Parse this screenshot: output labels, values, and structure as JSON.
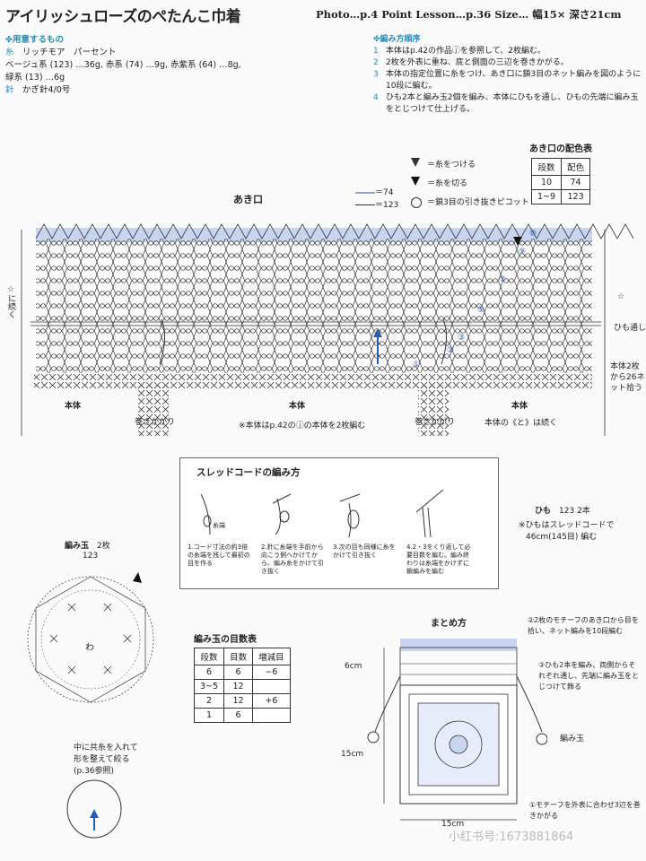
{
  "header": {
    "title": "アイリッシュローズのぺたんこ巾着",
    "subtitle": "Photo…p.4  Point Lesson…p.36  Size… 幅15× 深さ21cm"
  },
  "materials": {
    "heading": "用意するもの",
    "lines": [
      {
        "key": "糸",
        "text": "リッチモア　パーセント"
      },
      {
        "key": "",
        "text": "ベージュ系 (123) …36g, 赤系 (74) …9g, 赤紫系 (64) …8g,"
      },
      {
        "key": "",
        "text": "緑系 (13) …6g"
      },
      {
        "key": "針",
        "text": "かぎ針4/0号"
      }
    ]
  },
  "steps": {
    "heading": "編み方順序",
    "items": [
      {
        "n": "1",
        "text": "本体はp.42の作品ⓙを参照して、2枚編む。"
      },
      {
        "n": "2",
        "text": "2枚を外表に重ね、底と側面の三辺を巻きかがる。"
      },
      {
        "n": "3",
        "text": "本体の指定位置に糸をつけ、あき口に鎖3目のネット編みを図のように10段に編む。"
      },
      {
        "n": "4",
        "text": "ひも2本と編み玉2個を編み、本体にひもを通し、ひもの先端に編み玉をとじつけて仕上げる。"
      }
    ]
  },
  "color_table": {
    "title": "あき口の配色表",
    "headers": [
      "段数",
      "配色"
    ],
    "rows": [
      [
        "10",
        "74"
      ],
      [
        "1~9",
        "123"
      ]
    ]
  },
  "legend": {
    "attach": "＝糸をつける",
    "cut": "＝糸を切る",
    "picot": "＝鎖3目の引き抜きピコット",
    "line74": "＝74",
    "line123": "＝123"
  },
  "main_chart": {
    "opening": "あき口",
    "side_left": "☆に続く",
    "star": "☆",
    "cord_label": "ひも通し位置",
    "net_label": "本体2枚から26ネット拾う",
    "body_left": "本体",
    "body_mid": "本体",
    "body_right": "本体",
    "whip1": "巻きかがり",
    "whip2": "巻きかがり",
    "note": "※本体はp.42のⓙの本体を2枚編む",
    "note2": "本体の《と》は続く",
    "row_nums": [
      "①",
      "②",
      "③",
      "⑤",
      "⑦",
      "⑨",
      "⑩"
    ]
  },
  "thread_cord": {
    "title": "スレッドコードの編み方",
    "yarn_end": "糸端",
    "steps": [
      "1.コード寸法の約3倍の糸端を残して最初の目を作る",
      "2.針に糸端を手前から向こう側へかけてから、編み糸をかけて引き抜く",
      "3.次の目も同様に糸をかけて引き抜く",
      "4.2・3をくり返して必要目数を編む。編み終わりは糸端をかけずに鎖編みを編む"
    ]
  },
  "cord": {
    "title": "ひも",
    "spec": "123 2本",
    "note1": "※ひもはスレッドコードで",
    "note2": "46cm(145目) 編む"
  },
  "ball": {
    "title": "編み玉",
    "count": "2枚",
    "color": "123",
    "center": "わ",
    "note1": "中に共糸を入れて",
    "note2": "形を整えて絞る",
    "note3": "(p.36参照)"
  },
  "ball_table": {
    "title": "編み玉の目数表",
    "headers": [
      "段数",
      "目数",
      "増減目"
    ],
    "rows": [
      [
        "6",
        "6",
        "−6"
      ],
      [
        "3~5",
        "12",
        ""
      ],
      [
        "2",
        "12",
        "+6"
      ],
      [
        "1",
        "6",
        ""
      ]
    ]
  },
  "assembly": {
    "title": "まとめ方",
    "step2": "②2枚のモチーフのあき口から目を拾い、ネット編みを10段編む",
    "step3": "③ひも2本を編み、両側からそれぞれ通し、先端に編み玉をとじつけて飾る",
    "step1": "①モチーフを外表に合わせ3辺を巻きかがる",
    "ball_label": "編み玉",
    "dim_6": "6cm",
    "dim_15v": "15cm",
    "dim_15h": "15cm"
  },
  "watermark": "小红书号:1673881864"
}
